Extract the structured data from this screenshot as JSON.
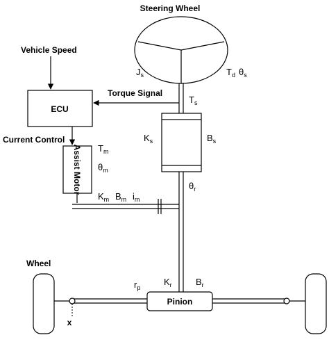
{
  "labels": {
    "steering_wheel": "Steering Wheel",
    "vehicle_speed": "Vehicle Speed",
    "torque_signal": "Torque Signal",
    "ecu": "ECU",
    "current_control": "Current Control",
    "assist_motor": "Assist Motor",
    "wheel": "Wheel",
    "pinion": "Pinion",
    "x": "x"
  },
  "symbols": {
    "Js": {
      "base": "J",
      "sub": "s"
    },
    "Td": {
      "base": "T",
      "sub": "d"
    },
    "theta_s": {
      "base": "θ",
      "sub": "s"
    },
    "Ts": {
      "base": "T",
      "sub": "s"
    },
    "Ks": {
      "base": "K",
      "sub": "s"
    },
    "Bs": {
      "base": "B",
      "sub": "s"
    },
    "Tm": {
      "base": "T",
      "sub": "m"
    },
    "theta_m": {
      "base": "θ",
      "sub": "m"
    },
    "Km": {
      "base": "K",
      "sub": "m"
    },
    "Bm": {
      "base": "B",
      "sub": "m"
    },
    "im": {
      "base": "i",
      "sub": "m"
    },
    "theta_r": {
      "base": "θ",
      "sub": "r"
    },
    "rp": {
      "base": "r",
      "sub": "p"
    },
    "Kr": {
      "base": "K",
      "sub": "r"
    },
    "Br": {
      "base": "B",
      "sub": "r"
    }
  }
}
